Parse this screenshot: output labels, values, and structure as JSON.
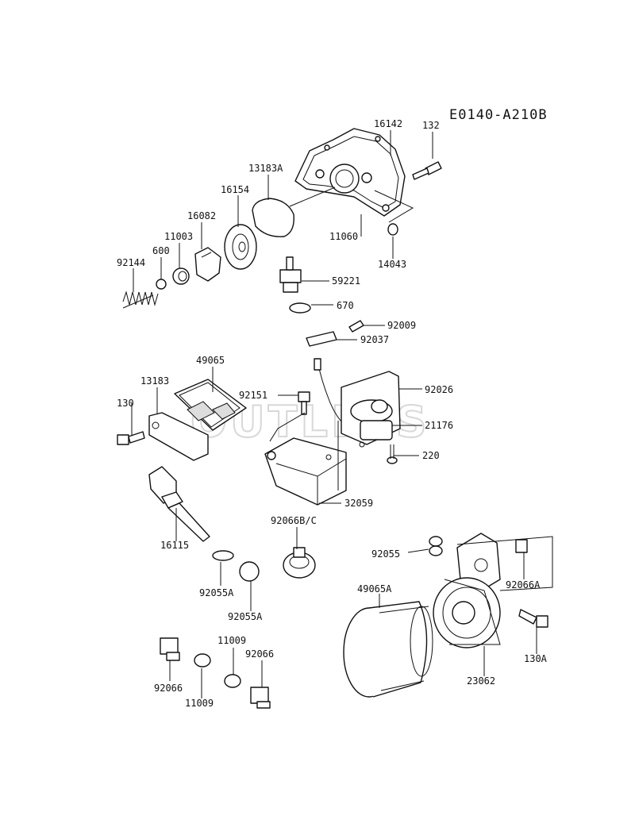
{
  "diagram_code": "E0140-A210B",
  "watermark": "OUTLETS",
  "parts": [
    {
      "id": "p16142",
      "num": "16142"
    },
    {
      "id": "p132",
      "num": "132"
    },
    {
      "id": "p13183A",
      "num": "13183A"
    },
    {
      "id": "p16154",
      "num": "16154"
    },
    {
      "id": "p16082",
      "num": "16082"
    },
    {
      "id": "p11003",
      "num": "11003"
    },
    {
      "id": "p600",
      "num": "600"
    },
    {
      "id": "p92144",
      "num": "92144"
    },
    {
      "id": "p11060",
      "num": "11060"
    },
    {
      "id": "p14043",
      "num": "14043"
    },
    {
      "id": "p59221",
      "num": "59221"
    },
    {
      "id": "p670",
      "num": "670"
    },
    {
      "id": "p92009",
      "num": "92009"
    },
    {
      "id": "p92037",
      "num": "92037"
    },
    {
      "id": "p49065",
      "num": "49065"
    },
    {
      "id": "p13183",
      "num": "13183"
    },
    {
      "id": "p92151",
      "num": "92151"
    },
    {
      "id": "p92026",
      "num": "92026"
    },
    {
      "id": "p130",
      "num": "130"
    },
    {
      "id": "p21176",
      "num": "21176"
    },
    {
      "id": "p220",
      "num": "220"
    },
    {
      "id": "p32059",
      "num": "32059"
    },
    {
      "id": "p16115",
      "num": "16115"
    },
    {
      "id": "p92066BC",
      "num": "92066B/C"
    },
    {
      "id": "p92055",
      "num": "92055"
    },
    {
      "id": "p92066A",
      "num": "92066A"
    },
    {
      "id": "p92055A_1",
      "num": "92055A"
    },
    {
      "id": "p92055A_2",
      "num": "92055A"
    },
    {
      "id": "p49065A",
      "num": "49065A"
    },
    {
      "id": "p130A",
      "num": "130A"
    },
    {
      "id": "p11009_1",
      "num": "11009"
    },
    {
      "id": "p92066_1",
      "num": "92066"
    },
    {
      "id": "p23062",
      "num": "23062"
    },
    {
      "id": "p92066_2",
      "num": "92066"
    },
    {
      "id": "p11009_2",
      "num": "11009"
    }
  ]
}
